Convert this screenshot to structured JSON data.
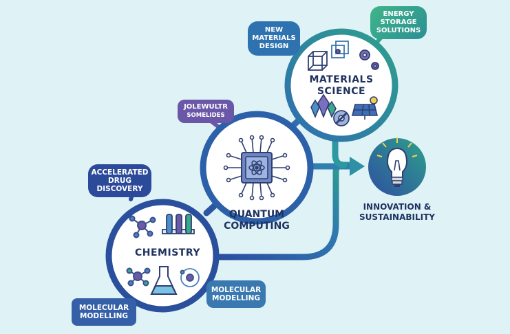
{
  "nodes": {
    "chemistry": {
      "label": "CHEMISTRY"
    },
    "quantum": {
      "line1": "QUANTUM",
      "line2": "COMPUTING"
    },
    "materials": {
      "line1": "MATERIALS",
      "line2": "SCIENCE"
    },
    "innovation": {
      "line1": "INNOVATION &",
      "line2": "SUSTAINABILITY"
    }
  },
  "bubbles": {
    "accelerated": {
      "line1": "ACCELERATED",
      "line2": "DRUG",
      "line3": "DISCOVERY",
      "color": "#2c4a9a"
    },
    "molecular_left": {
      "line1": "MOLECULAR",
      "line2": "MODELLING",
      "color": "#3560a8"
    },
    "molecular_right": {
      "line1": "MOLECULAR",
      "line2": "MODELLING",
      "color": "#3a78b0"
    },
    "jolewultr": {
      "line1": "JOLEWULTR",
      "line2": "SOMELIDES",
      "color": "#6a57a8"
    },
    "new_materials": {
      "line1": "NEW",
      "line2": "MATERIALS",
      "line3": "DESIGN",
      "color": "#2f72b0"
    },
    "energy": {
      "line1": "ENERGY",
      "line2": "STORAGE",
      "line3": "SOLUTIONS",
      "color": "#33a58a"
    }
  },
  "colors": {
    "background": "#dff3f6",
    "dark_blue": "#2b4fa0",
    "mid_blue": "#2f78b0",
    "teal": "#2ea08c",
    "icon_purple": "#6a5aa8",
    "bulb_yellow": "#f2d24b"
  },
  "icons": [
    "molecule-icon",
    "test-tubes-icon",
    "molecule-cluster-icon",
    "flask-icon",
    "atom-icon",
    "quantum-chip-icon",
    "lattice-cube-icon",
    "gears-icon",
    "crystal-icon",
    "wrench-gear-icon",
    "solar-panel-icon",
    "lightbulb-icon"
  ]
}
